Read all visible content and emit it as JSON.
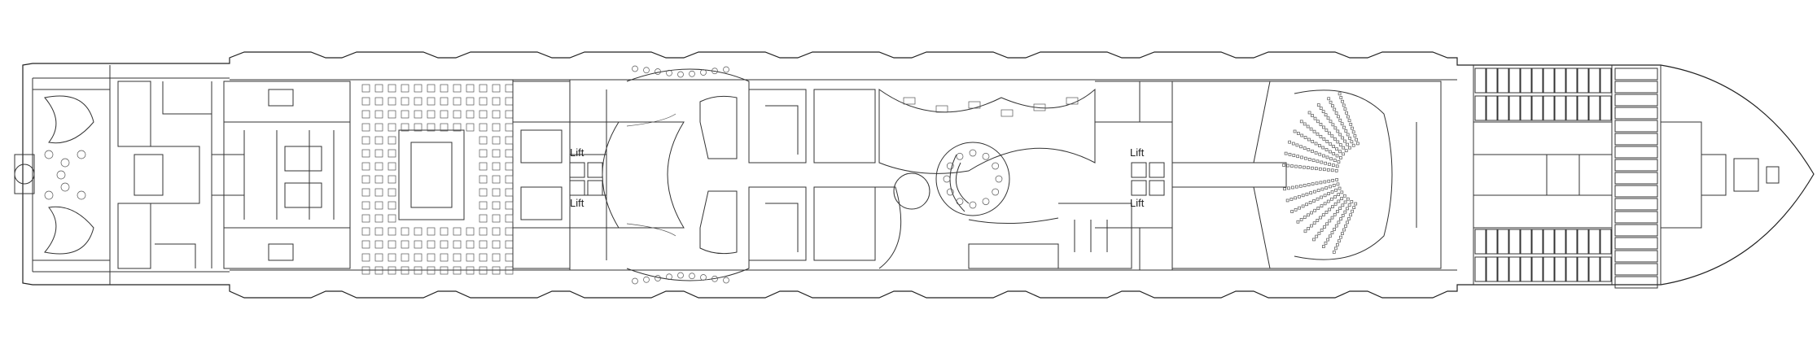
{
  "plan": {
    "labels": {
      "lift_1": "Lift",
      "lift_2": "Lift",
      "lift_3": "Lift",
      "lift_4": "Lift"
    },
    "colors": {
      "line": "#333333",
      "background": "#ffffff"
    }
  }
}
